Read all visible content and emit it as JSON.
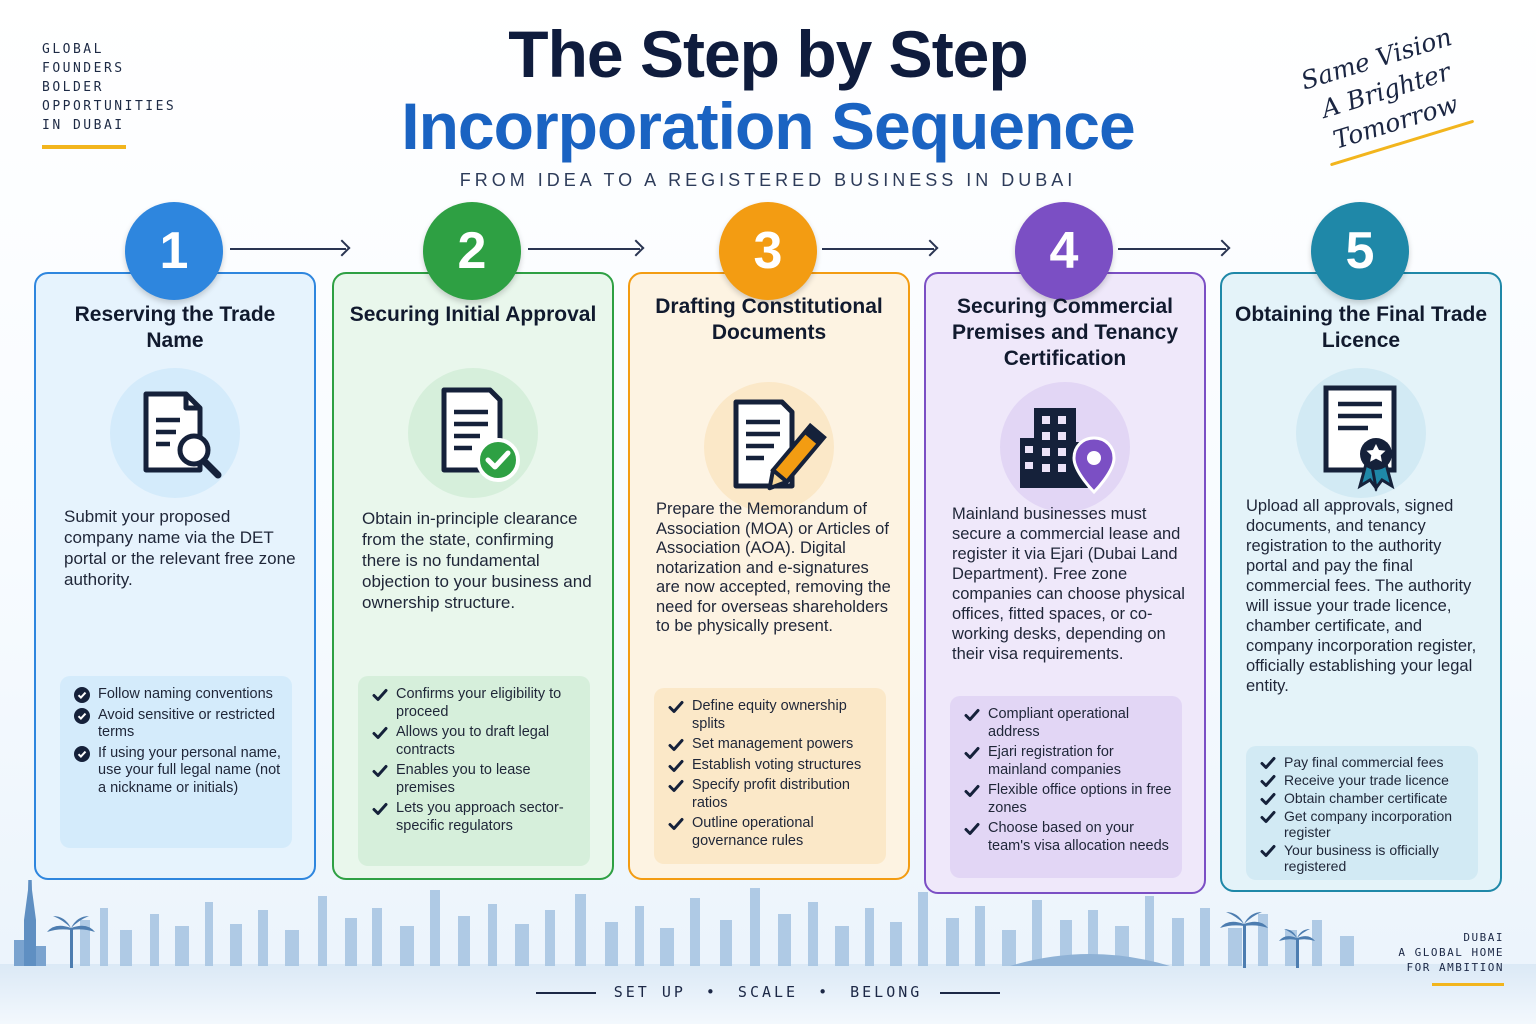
{
  "brand_top_left": [
    "GLOBAL",
    "FOUNDERS",
    "BOLDER",
    "OPPORTUNITIES",
    "IN DUBAI"
  ],
  "title_line_1": "The Step by Step",
  "title_line_2": "Incorporation Sequence",
  "subtitle": "FROM IDEA TO A REGISTERED BUSINESS IN DUBAI",
  "slogan": [
    "Same Vision",
    "A Brighter",
    "Tomorrow"
  ],
  "colors": {
    "title_dark": "#0f1c3d",
    "title_blue": "#1a63c2",
    "accent_yellow": "#f2b51d"
  },
  "steps": [
    {
      "number": "1",
      "title": "Reserving the Trade Name",
      "icon": "document-search-icon",
      "description": "Submit your proposed company name via the DET portal or the relevant free zone authority.",
      "checks": [
        "Follow naming conventions",
        "Avoid sensitive or restricted terms",
        "If using your personal name, use your full legal name (not a nickname or initials)"
      ],
      "color": "#2e86de",
      "card_bg": "#e6f3fd",
      "check_bg": "#d4ebfb"
    },
    {
      "number": "2",
      "title": "Securing Initial Approval",
      "icon": "document-check-icon",
      "description": "Obtain in-principle clearance from the state, confirming there is no fundamental objection to your business and ownership structure.",
      "checks": [
        "Confirms your eligibility to proceed",
        "Allows you to draft legal contracts",
        "Enables you to lease premises",
        "Lets you approach sector-specific regulators"
      ],
      "color": "#2ea043",
      "card_bg": "#e9f7ec",
      "check_bg": "#d6efdb"
    },
    {
      "number": "3",
      "title": "Drafting Constitutional Documents",
      "icon": "document-pen-icon",
      "description": "Prepare the Memorandum of Association (MOA) or Articles of Association (AOA). Digital notarization and e-signatures are now accepted, removing the need for overseas shareholders to be physically present.",
      "checks": [
        "Define equity ownership splits",
        "Set management powers",
        "Establish voting structures",
        "Specify profit distribution ratios",
        "Outline operational governance rules"
      ],
      "color": "#f39c12",
      "card_bg": "#fdf3e2",
      "check_bg": "#fbe8c8"
    },
    {
      "number": "4",
      "title": "Securing Commercial Premises and Tenancy Certification",
      "icon": "building-location-icon",
      "description": "Mainland businesses must secure a commercial lease and register it via Ejari (Dubai Land Department). Free zone companies can choose physical offices, fitted spaces, or co-working desks, depending on their visa requirements.",
      "checks": [
        "Compliant operational address",
        "Ejari registration for mainland companies",
        "Flexible office options in free zones",
        "Choose based on your team's visa allocation needs"
      ],
      "color": "#7b4fc4",
      "card_bg": "#efe8fa",
      "check_bg": "#e2d6f5"
    },
    {
      "number": "5",
      "title": "Obtaining the Final Trade Licence",
      "icon": "certificate-icon",
      "description": "Upload all approvals, signed documents, and tenancy registration to the authority portal and pay the final commercial fees. The authority will issue your trade licence, chamber certificate, and company incorporation register, officially establishing your legal entity.",
      "checks": [
        "Pay final commercial fees",
        "Receive your trade licence",
        "Obtain chamber certificate",
        "Get company incorporation register",
        "Your business is officially registered"
      ],
      "color": "#1f88a8",
      "card_bg": "#e4f3f9",
      "check_bg": "#d2eaf4"
    }
  ],
  "footer_tagline": [
    "SET UP",
    "SCALE",
    "BELONG"
  ],
  "brand_bottom_right": [
    "DUBAI",
    "A GLOBAL HOME",
    "FOR AMBITION"
  ]
}
